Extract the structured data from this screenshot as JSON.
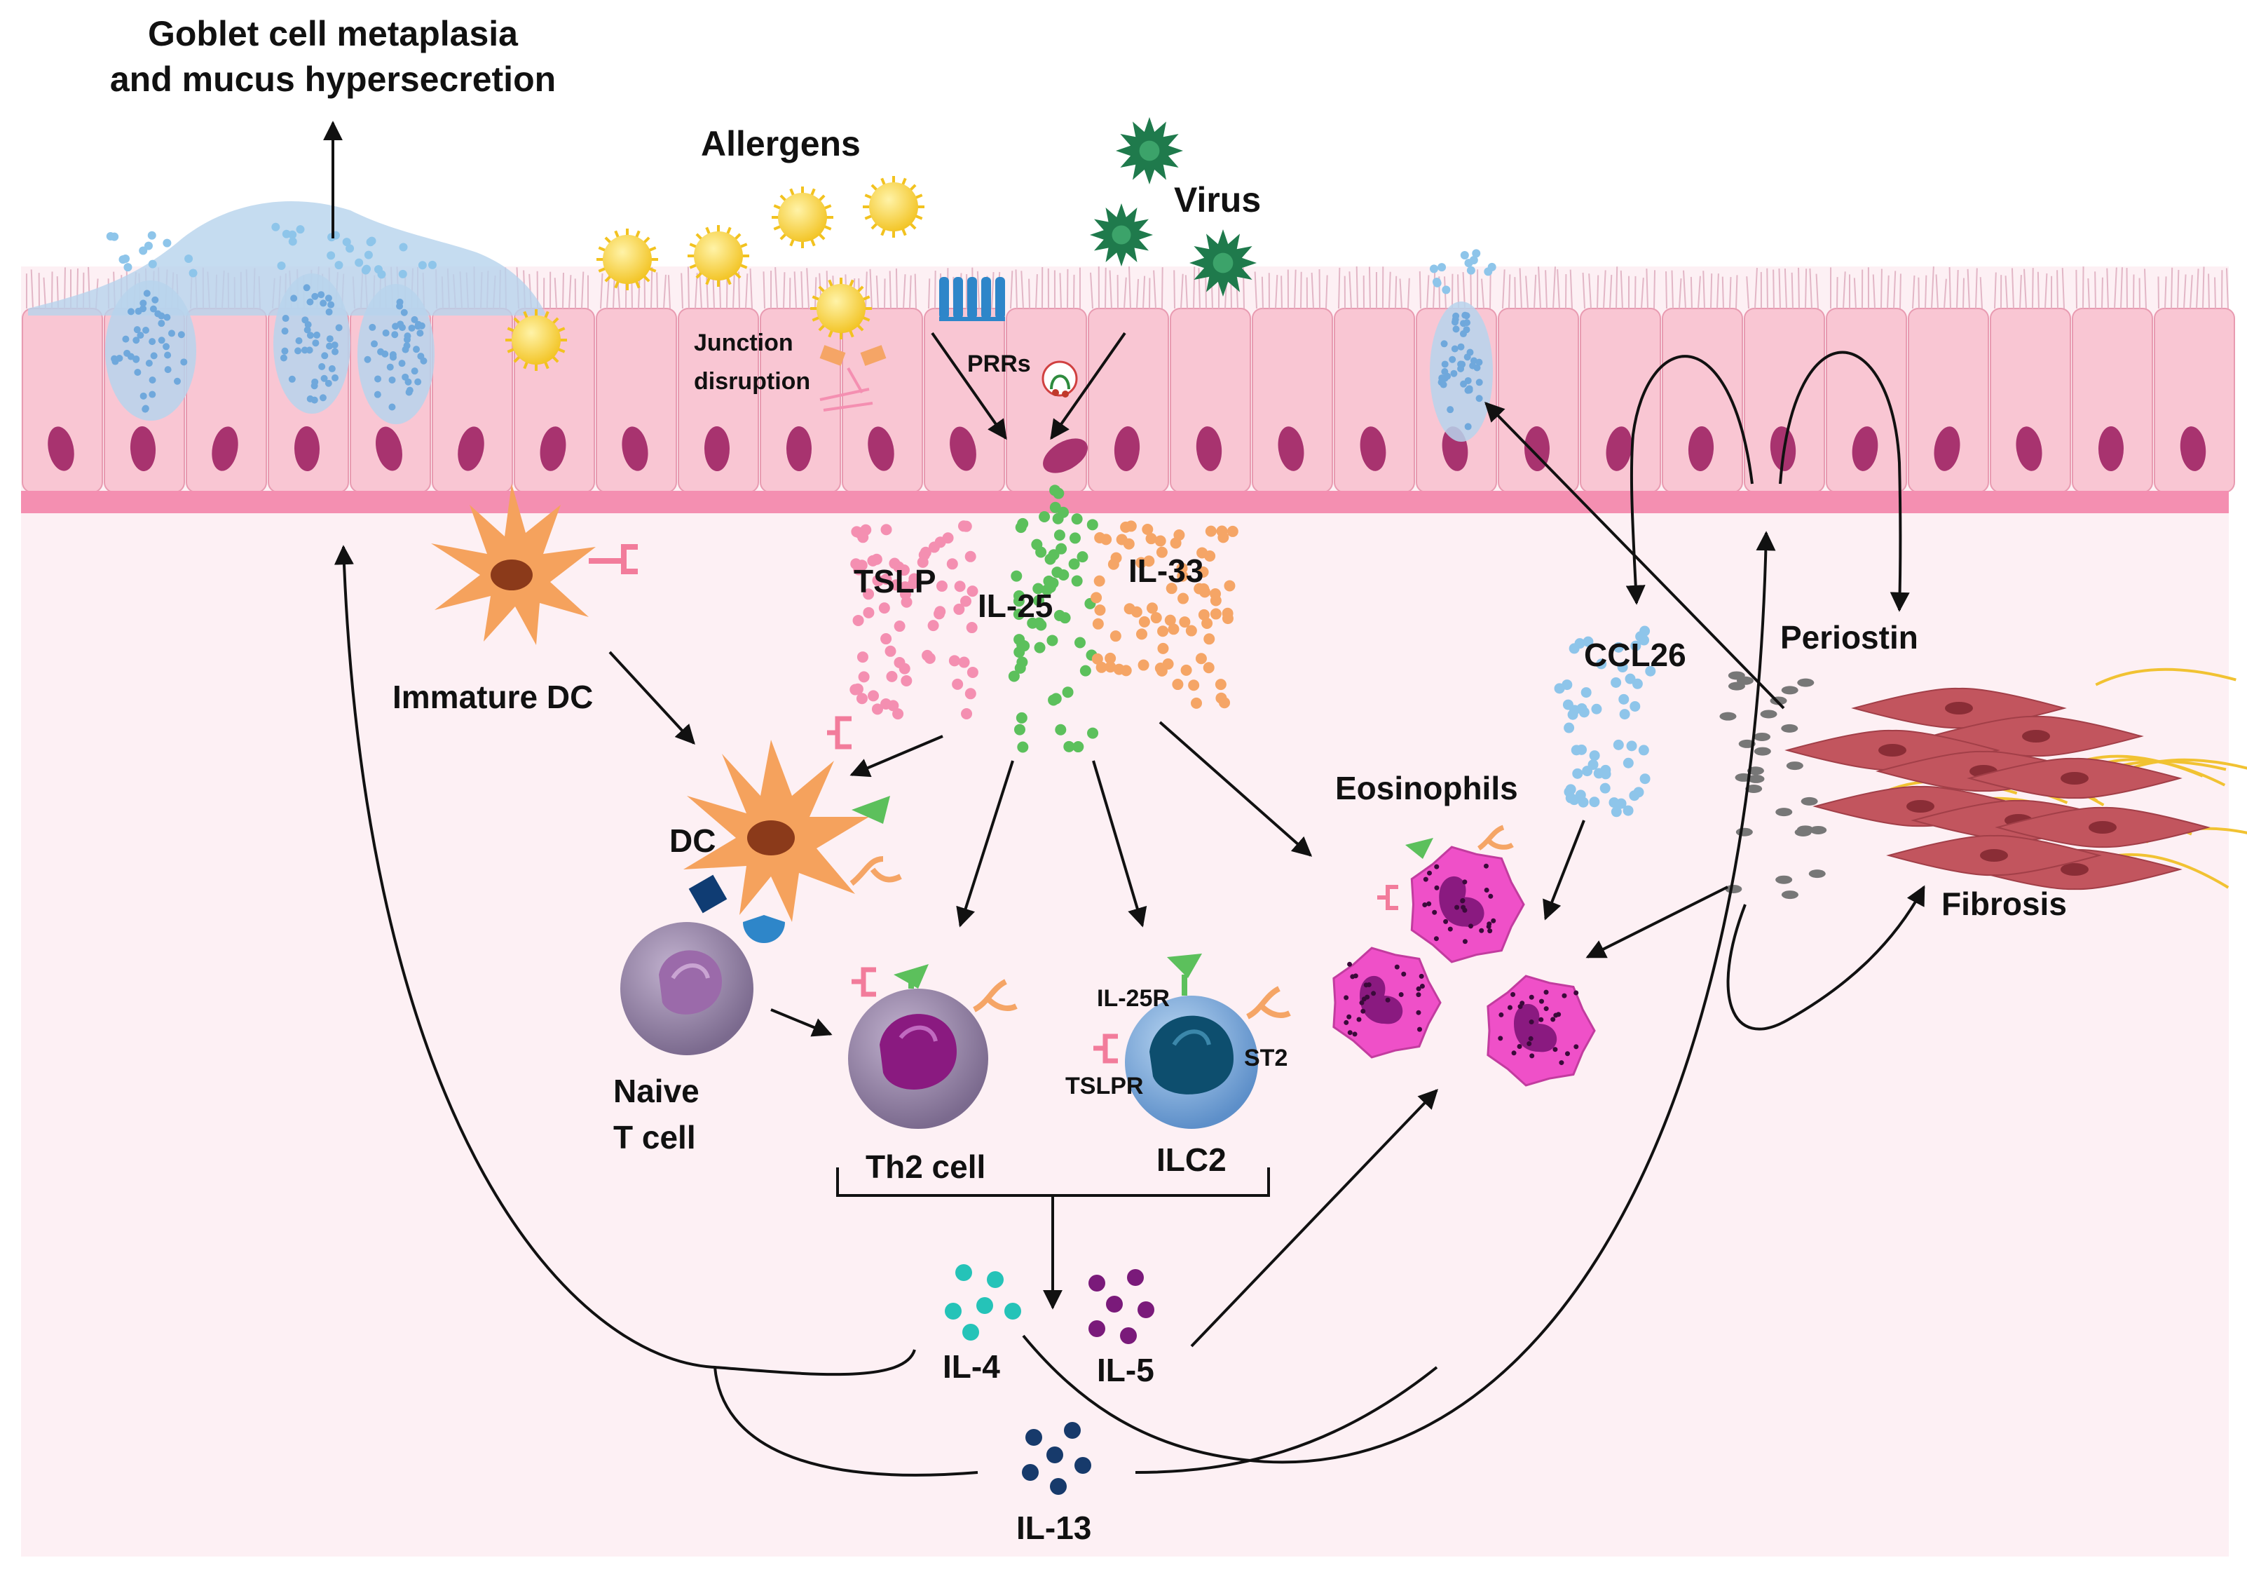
{
  "labels": {
    "goblet_line1": "Goblet cell metaplasia",
    "goblet_line2": "and mucus hypersecretion",
    "allergens": "Allergens",
    "virus": "Virus",
    "junction_line1": "Junction",
    "junction_line2": "disruption",
    "prrs": "PRRs",
    "tslp": "TSLP",
    "il25": "IL-25",
    "il33": "IL-33",
    "ccl26": "CCL26",
    "periostin": "Periostin",
    "immature_dc": "Immature DC",
    "dc": "DC",
    "eosinophils": "Eosinophils",
    "fibrosis": "Fibrosis",
    "naive_line1": "Naive",
    "naive_line2": "T cell",
    "th2": "Th2 cell",
    "ilc2": "ILC2",
    "il25r": "IL-25R",
    "tslpr": "TSLPR",
    "st2": "ST2",
    "il4": "IL-4",
    "il5": "IL-5",
    "il13": "IL-13"
  },
  "colors": {
    "background": "#fdf0f4",
    "epithelium": "#f9c6d3",
    "basement": "#f48fb1",
    "nucleus": "#a8336f",
    "mucus": "#b7d3ec",
    "allergen": "#f7d13a",
    "virus": "#1f7a4c",
    "tslp": "#f48fb1",
    "il25": "#5cc05c",
    "il33": "#f5a566",
    "ccl26": "#8ec5ea",
    "periostin": "#777777",
    "dc": "#f5a25d",
    "th2_nucleus": "#8a1a80",
    "ilc2_body": "#7fb0e0",
    "ilc2_nucleus": "#0d4e6e",
    "eosinophil": "#ef50c8",
    "fibroblast": "#c2555e",
    "collagen": "#f1c232",
    "il4": "#25c3b8",
    "il5": "#7a1a7a",
    "il13": "#173a6b"
  }
}
